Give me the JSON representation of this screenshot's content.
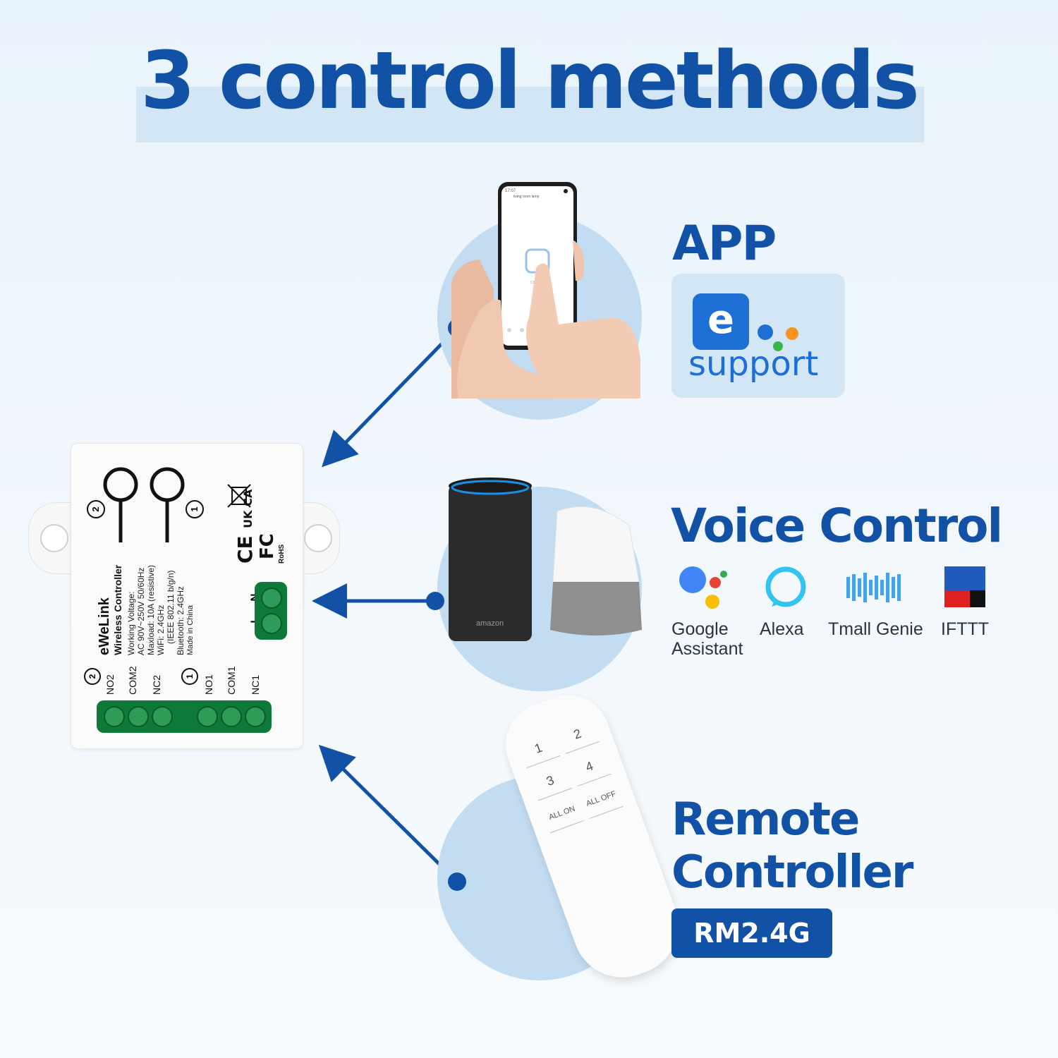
{
  "title": "3 control methods",
  "colors": {
    "brand_blue": "#1252a6",
    "circle_blue": "#c2dcf2",
    "title_band": "#d3e6f5"
  },
  "app": {
    "heading": "APP",
    "logo": {
      "letter": "e",
      "word": "support"
    },
    "phone_screen": {
      "time": "17:07",
      "device_name": "living room lamp",
      "state_label": "Channel"
    }
  },
  "voice": {
    "heading": "Voice Control",
    "assistants": [
      {
        "name": "Google Assistant",
        "icon": "google-assistant-icon"
      },
      {
        "name": "Alexa",
        "icon": "alexa-icon"
      },
      {
        "name": "Tmall Genie",
        "icon": "tmall-genie-icon"
      },
      {
        "name": "IFTTT",
        "icon": "ifttt-icon"
      }
    ],
    "speaker_brand": "amazon"
  },
  "remote": {
    "heading_line1": "Remote",
    "heading_line2": "Controller",
    "badge": "RM2.4G",
    "buttons": [
      "1",
      "2",
      "3",
      "4",
      "ALL ON",
      "ALL OFF"
    ]
  },
  "controller": {
    "brand": "eWeLink",
    "product": "Wireless Controller",
    "specs": [
      "Working Voltage:",
      "AC 90V~250V  50/60Hz",
      "Maxload: 10A (resistive)",
      "WiFi: 2.4GHz",
      "(IEEE 802.11 b/g/n)",
      "Bluetooth: 2.4GHz",
      "Made in China"
    ],
    "relay2_terminals": [
      "NO2",
      "COM2",
      "NC2"
    ],
    "relay1_terminals": [
      "NO1",
      "COM1",
      "NC1"
    ],
    "relay2_number": "2",
    "relay1_number": "1",
    "power_terminals": [
      "L",
      "N"
    ],
    "marks": [
      "FC",
      "UK CA",
      "CE",
      "RoHS"
    ]
  }
}
